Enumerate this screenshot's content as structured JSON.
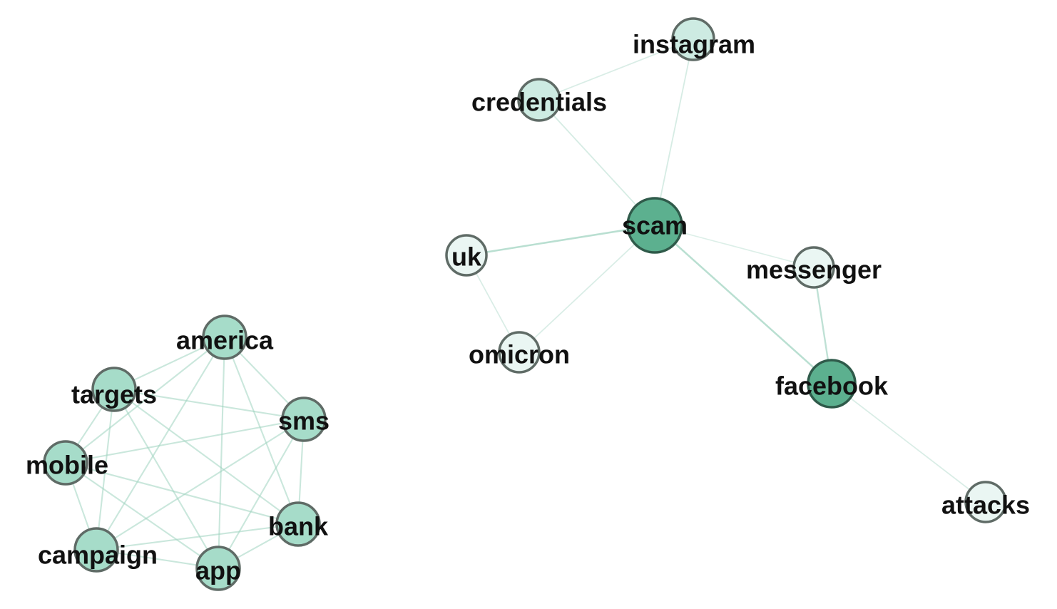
{
  "colors": {
    "background": "#ffffff",
    "edge": "#9fd3c0",
    "node_stroke": "#5f6b66",
    "fill_light": "#eaf6f3",
    "fill_pale": "#cdebe2",
    "fill_mid": "#a6dcc9",
    "fill_dark": "#5cb08f",
    "label": "#111111"
  },
  "nodes": [
    {
      "id": "instagram",
      "label": "instagram",
      "shade": "fill_pale"
    },
    {
      "id": "credentials",
      "label": "credentials",
      "shade": "fill_pale"
    },
    {
      "id": "scam",
      "label": "scam",
      "shade": "fill_dark"
    },
    {
      "id": "uk",
      "label": "uk",
      "shade": "fill_light"
    },
    {
      "id": "messenger",
      "label": "messenger",
      "shade": "fill_light"
    },
    {
      "id": "omicron",
      "label": "omicron",
      "shade": "fill_light"
    },
    {
      "id": "facebook",
      "label": "facebook",
      "shade": "fill_dark"
    },
    {
      "id": "attacks",
      "label": "attacks",
      "shade": "fill_light"
    },
    {
      "id": "america",
      "label": "america",
      "shade": "fill_mid"
    },
    {
      "id": "targets",
      "label": "targets",
      "shade": "fill_mid"
    },
    {
      "id": "sms",
      "label": "sms",
      "shade": "fill_mid"
    },
    {
      "id": "mobile",
      "label": "mobile",
      "shade": "fill_mid"
    },
    {
      "id": "bank",
      "label": "bank",
      "shade": "fill_mid"
    },
    {
      "id": "campaign",
      "label": "campaign",
      "shade": "fill_mid"
    },
    {
      "id": "app",
      "label": "app",
      "shade": "fill_mid"
    }
  ],
  "edges": [
    {
      "source": "credentials",
      "target": "instagram",
      "weight": 0.25
    },
    {
      "source": "credentials",
      "target": "scam",
      "weight": 0.3
    },
    {
      "source": "instagram",
      "target": "scam",
      "weight": 0.3
    },
    {
      "source": "scam",
      "target": "uk",
      "weight": 0.8
    },
    {
      "source": "scam",
      "target": "omicron",
      "weight": 0.25
    },
    {
      "source": "scam",
      "target": "messenger",
      "weight": 0.2
    },
    {
      "source": "scam",
      "target": "facebook",
      "weight": 0.8
    },
    {
      "source": "uk",
      "target": "omicron",
      "weight": 0.25
    },
    {
      "source": "messenger",
      "target": "facebook",
      "weight": 0.7
    },
    {
      "source": "facebook",
      "target": "attacks",
      "weight": 0.25
    },
    {
      "source": "america",
      "target": "targets",
      "weight": 0.5
    },
    {
      "source": "america",
      "target": "sms",
      "weight": 0.5
    },
    {
      "source": "america",
      "target": "mobile",
      "weight": 0.5
    },
    {
      "source": "america",
      "target": "bank",
      "weight": 0.5
    },
    {
      "source": "america",
      "target": "campaign",
      "weight": 0.5
    },
    {
      "source": "america",
      "target": "app",
      "weight": 0.5
    },
    {
      "source": "targets",
      "target": "sms",
      "weight": 0.5
    },
    {
      "source": "targets",
      "target": "mobile",
      "weight": 0.5
    },
    {
      "source": "targets",
      "target": "bank",
      "weight": 0.5
    },
    {
      "source": "targets",
      "target": "campaign",
      "weight": 0.5
    },
    {
      "source": "targets",
      "target": "app",
      "weight": 0.5
    },
    {
      "source": "sms",
      "target": "mobile",
      "weight": 0.5
    },
    {
      "source": "sms",
      "target": "bank",
      "weight": 0.5
    },
    {
      "source": "sms",
      "target": "campaign",
      "weight": 0.5
    },
    {
      "source": "sms",
      "target": "app",
      "weight": 0.5
    },
    {
      "source": "mobile",
      "target": "bank",
      "weight": 0.5
    },
    {
      "source": "mobile",
      "target": "campaign",
      "weight": 0.5
    },
    {
      "source": "mobile",
      "target": "app",
      "weight": 0.5
    },
    {
      "source": "bank",
      "target": "campaign",
      "weight": 0.5
    },
    {
      "source": "bank",
      "target": "app",
      "weight": 0.5
    },
    {
      "source": "campaign",
      "target": "app",
      "weight": 0.5
    }
  ]
}
